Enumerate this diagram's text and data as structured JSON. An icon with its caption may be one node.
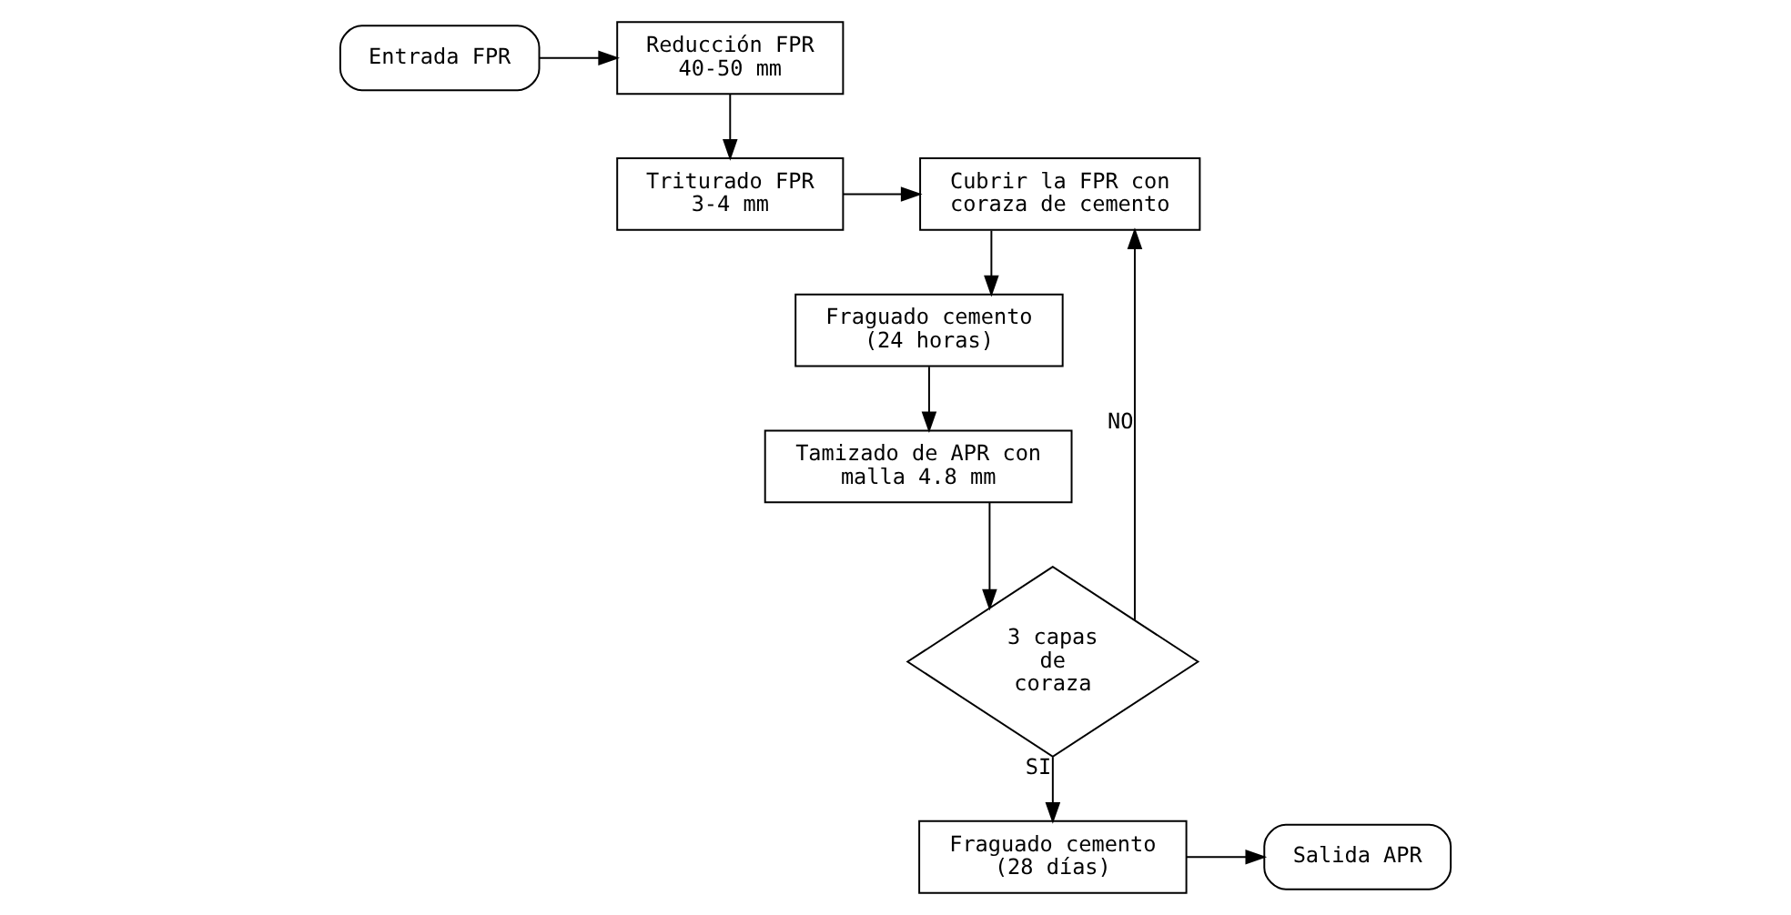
{
  "diagram": {
    "nodes": [
      {
        "text": [
          "Entrada FPR"
        ]
      },
      {
        "text": [
          "Reducción FPR 40-50 mm"
        ]
      },
      {
        "text": [
          "Triturado FPR 3-4 mm"
        ]
      },
      {
        "text": [
          "Cubrir la FPR con coraza de cemento"
        ]
      },
      {
        "text": [
          "Fraguado cemento (24 horas)"
        ]
      },
      {
        "text": [
          "Tamizado de APR con malla 4.8 mm"
        ]
      },
      {
        "text": [
          "3 capas de coraza"
        ]
      },
      {
        "text": [
          "Fraguado cemento (28 días)"
        ]
      },
      {
        "text": [
          "Salida APR"
        ]
      }
    ],
    "edges": [
      {
        "from": 0,
        "to": 1,
        "arrow": "to"
      },
      {
        "from": 1,
        "to": 2,
        "arrow": "to"
      },
      {
        "from": 2,
        "to": 3,
        "arrow": "to"
      },
      {
        "from": 3,
        "to": 4,
        "arrow": "to"
      },
      {
        "from": 4,
        "to": 5,
        "arrow": "to"
      },
      {
        "from": 5,
        "to": 6,
        "arrow": "to"
      },
      {
        "from": 6,
        "to": 3,
        "arrow": "to",
        "label": "NO"
      },
      {
        "from": 6,
        "to": 7,
        "arrow": "to",
        "label": "SI"
      },
      {
        "from": 7,
        "to": 8,
        "arrow": "to"
      }
    ]
  }
}
